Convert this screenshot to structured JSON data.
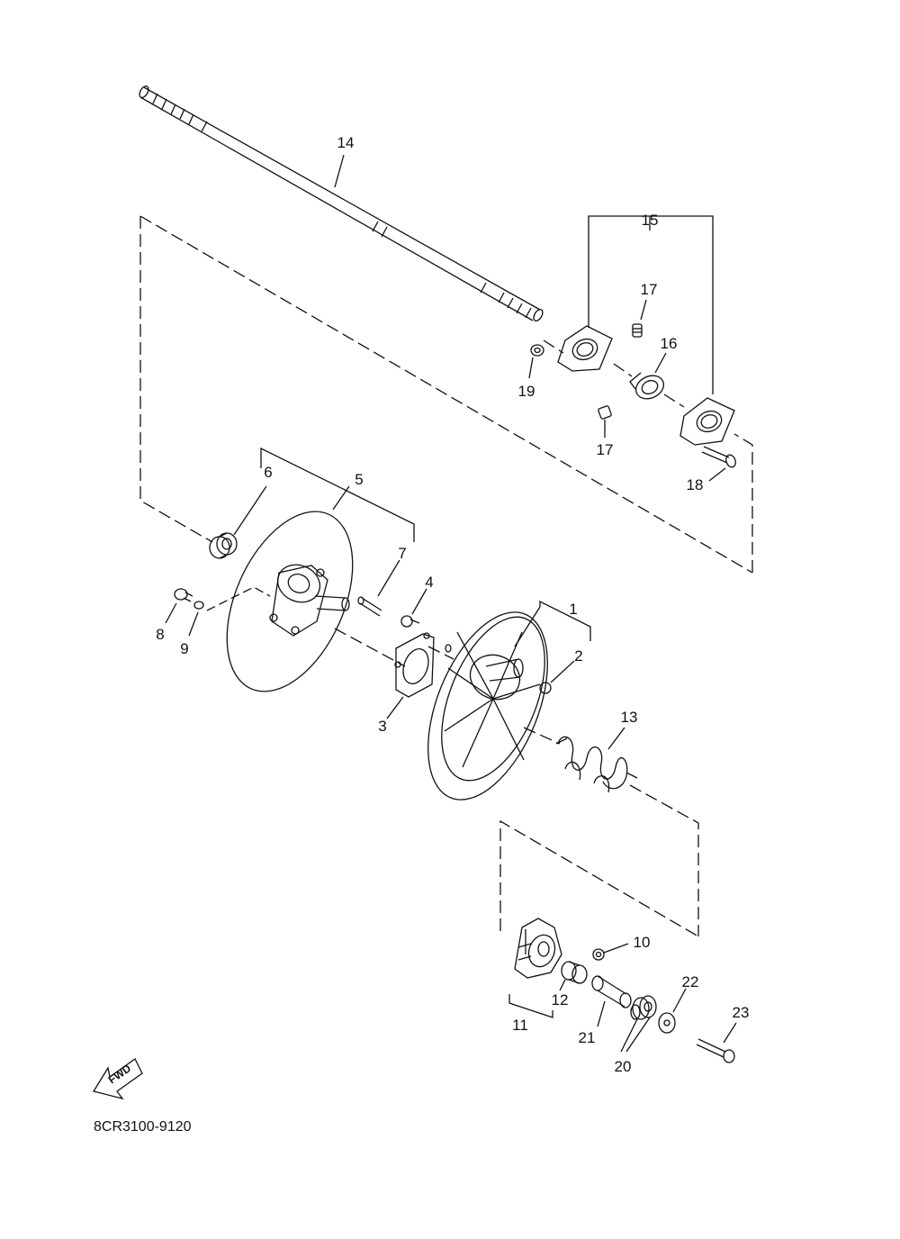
{
  "diagram": {
    "drawing_number": "8CR3100-9120",
    "direction_badge": "FWD",
    "part_labels": [
      {
        "id": "p1",
        "text": "1"
      },
      {
        "id": "p2",
        "text": "2"
      },
      {
        "id": "p3",
        "text": "3"
      },
      {
        "id": "p4",
        "text": "4"
      },
      {
        "id": "p5",
        "text": "5"
      },
      {
        "id": "p6",
        "text": "6"
      },
      {
        "id": "p7",
        "text": "7"
      },
      {
        "id": "p8",
        "text": "8"
      },
      {
        "id": "p9",
        "text": "9"
      },
      {
        "id": "p10",
        "text": "10"
      },
      {
        "id": "p11",
        "text": "11"
      },
      {
        "id": "p12",
        "text": "12"
      },
      {
        "id": "p13",
        "text": "13"
      },
      {
        "id": "p14",
        "text": "14"
      },
      {
        "id": "p15",
        "text": "15"
      },
      {
        "id": "p16",
        "text": "16"
      },
      {
        "id": "p17a",
        "text": "17"
      },
      {
        "id": "p17b",
        "text": "17"
      },
      {
        "id": "p18",
        "text": "18"
      },
      {
        "id": "p19",
        "text": "19"
      },
      {
        "id": "p20",
        "text": "20"
      },
      {
        "id": "p21",
        "text": "21"
      },
      {
        "id": "p22",
        "text": "22"
      },
      {
        "id": "p23",
        "text": "23"
      }
    ]
  }
}
